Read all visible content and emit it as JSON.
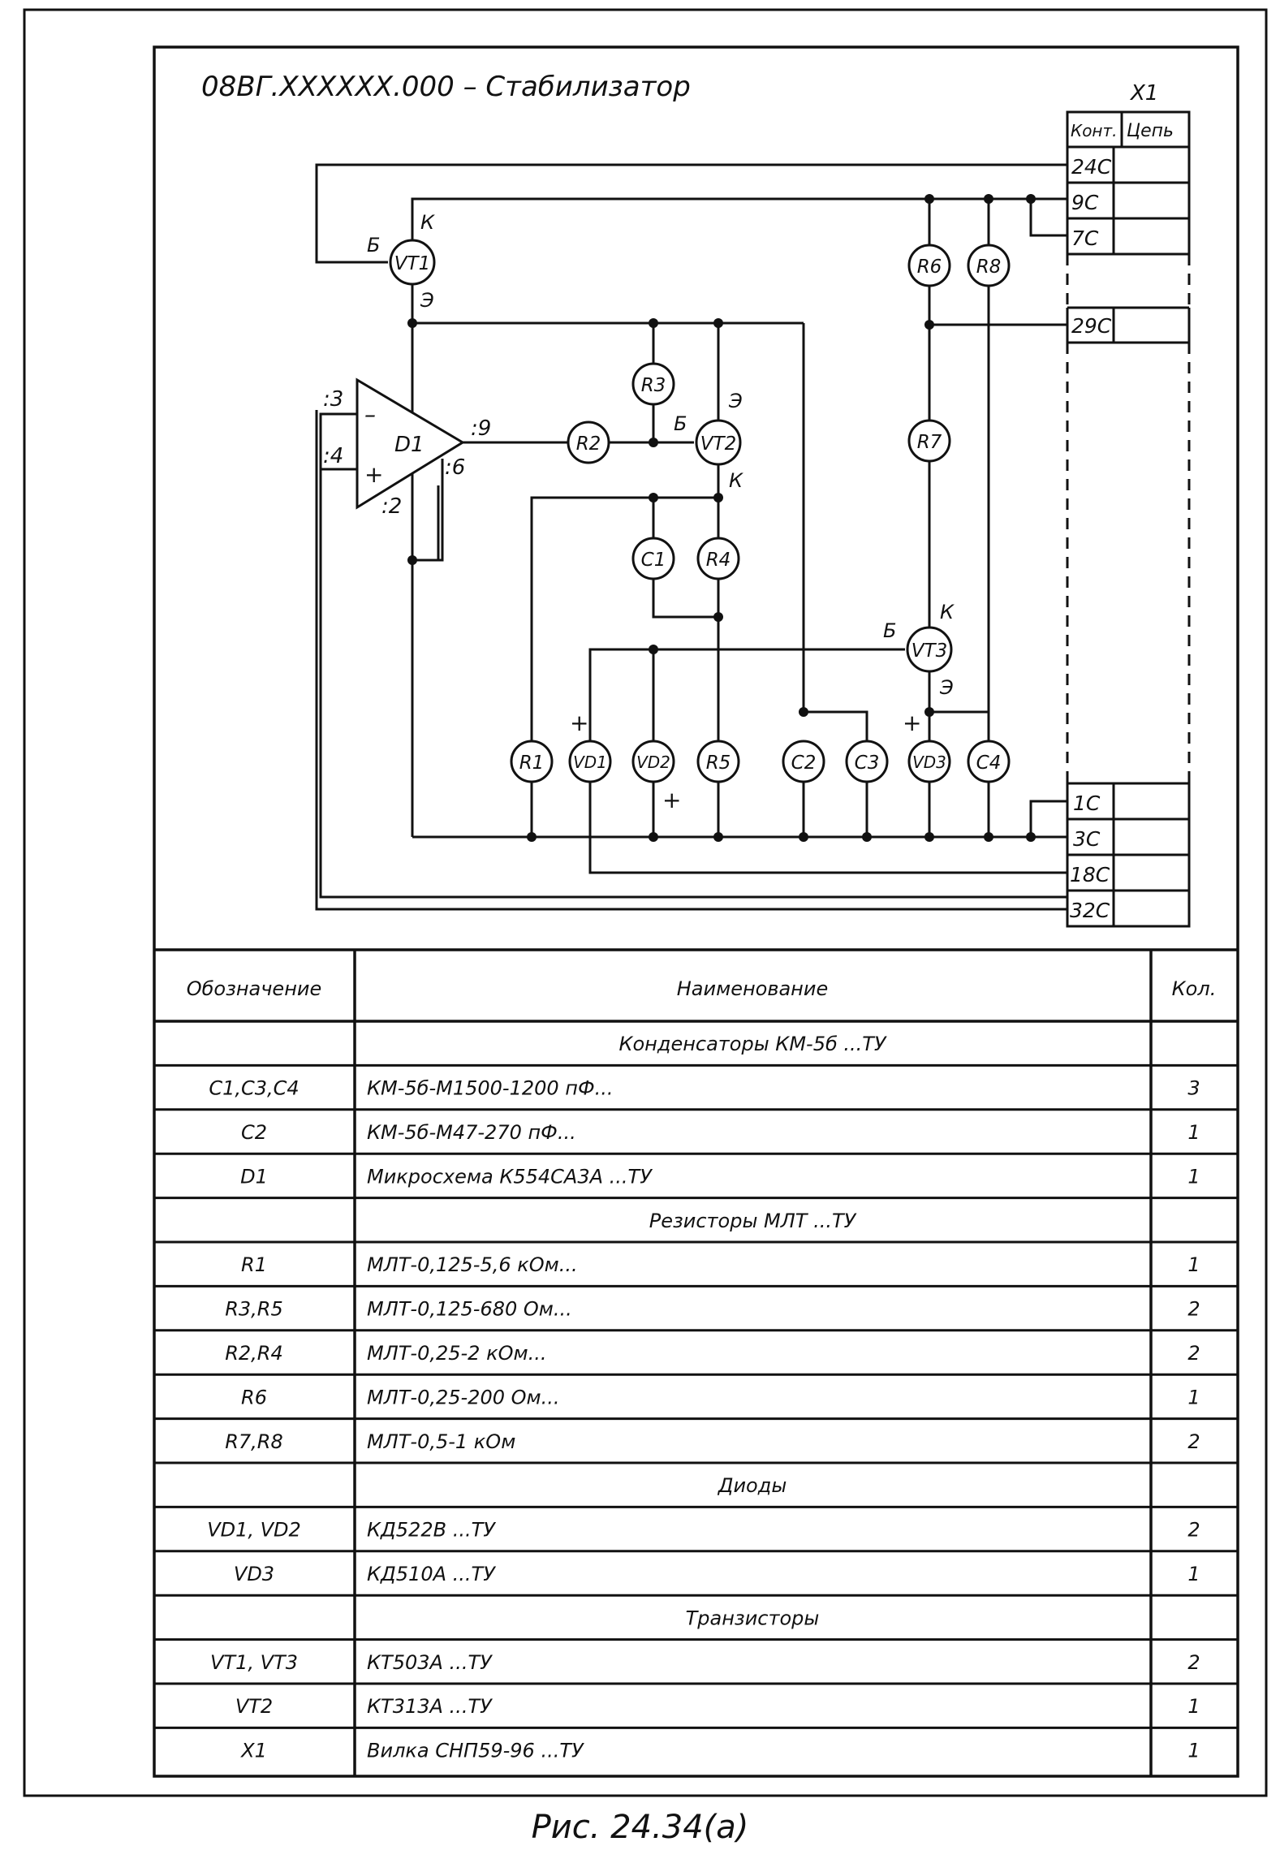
{
  "title": "08ВГ.XXXXXX.000 – Стабилизатор",
  "connector": {
    "name": "X1",
    "col_contact": "Конт.",
    "col_circuit": "Цепь",
    "pins_top": [
      "24С",
      "9С",
      "7С"
    ],
    "pin_mid": "29С",
    "pins_bottom": [
      "1С",
      "3С",
      "18С",
      "32С"
    ]
  },
  "components": {
    "VT1": "VT1",
    "VT2": "VT2",
    "VT3": "VT3",
    "D1": "D1",
    "R1": "R1",
    "R2": "R2",
    "R3": "R3",
    "R4": "R4",
    "R5": "R5",
    "R6": "R6",
    "R7": "R7",
    "R8": "R8",
    "C1": "C1",
    "C2": "C2",
    "C3": "C3",
    "C4": "C4",
    "VD1": "VD1",
    "VD2": "VD2",
    "VD3": "VD3"
  },
  "pin_labels": {
    "B": "Б",
    "K": "К",
    "E": "Э",
    "p3": ":3",
    "p4": ":4",
    "p9": ":9",
    "p6": ":6",
    "p2": ":2",
    "minus": "–",
    "plus": "+"
  },
  "table": {
    "headers": [
      "Обозначение",
      "Наименование",
      "Кол."
    ],
    "rows": [
      {
        "des": "",
        "name": "Конденсаторы КМ-5б ...ТУ",
        "qty": "",
        "group": true
      },
      {
        "des": "C1,C3,C4",
        "name": "КМ-5б-М1500-1200 пФ...",
        "qty": "3",
        "group": false
      },
      {
        "des": "C2",
        "name": "КМ-5б-М47-270 пФ...",
        "qty": "1",
        "group": false
      },
      {
        "des": "D1",
        "name": "Микросхема К554СА3А ...ТУ",
        "qty": "1",
        "group": false
      },
      {
        "des": "",
        "name": "Резисторы МЛТ ...ТУ",
        "qty": "",
        "group": true
      },
      {
        "des": "R1",
        "name": "МЛТ-0,125-5,6 кОм...",
        "qty": "1",
        "group": false
      },
      {
        "des": "R3,R5",
        "name": "МЛТ-0,125-680 Ом...",
        "qty": "2",
        "group": false
      },
      {
        "des": "R2,R4",
        "name": "МЛТ-0,25-2 кОм...",
        "qty": "2",
        "group": false
      },
      {
        "des": "R6",
        "name": "МЛТ-0,25-200 Ом...",
        "qty": "1",
        "group": false
      },
      {
        "des": "R7,R8",
        "name": "МЛТ-0,5-1 кОм",
        "qty": "2",
        "group": false
      },
      {
        "des": "",
        "name": "Диоды",
        "qty": "",
        "group": true
      },
      {
        "des": "VD1, VD2",
        "name": "КД522В ...ТУ",
        "qty": "2",
        "group": false
      },
      {
        "des": "VD3",
        "name": "КД510А ...ТУ",
        "qty": "1",
        "group": false
      },
      {
        "des": "",
        "name": "Транзисторы",
        "qty": "",
        "group": true
      },
      {
        "des": "VT1, VT3",
        "name": "КТ503А ...ТУ",
        "qty": "2",
        "group": false
      },
      {
        "des": "VT2",
        "name": "КТ313А ...ТУ",
        "qty": "1",
        "group": false
      },
      {
        "des": "X1",
        "name": "Вилка СНП59-96 ...ТУ",
        "qty": "1",
        "group": false
      }
    ]
  },
  "caption": "Рис. 24.34(а)"
}
